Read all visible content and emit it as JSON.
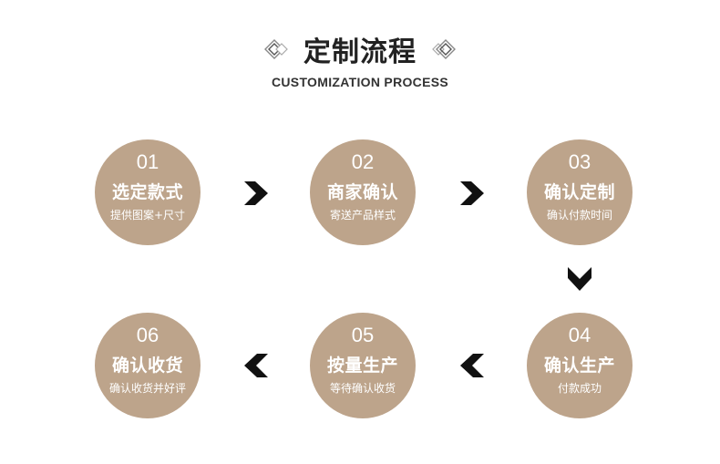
{
  "header": {
    "title": "定制流程",
    "subtitle": "CUSTOMIZATION PROCESS"
  },
  "colors": {
    "circle": "#bda48b",
    "arrow": "#111111",
    "title": "#222222"
  },
  "steps": [
    {
      "num": "01",
      "name": "选定款式",
      "desc": "提供图案+尺寸"
    },
    {
      "num": "02",
      "name": "商家确认",
      "desc": "寄送产品样式"
    },
    {
      "num": "03",
      "name": "确认定制",
      "desc": "确认付款时间"
    },
    {
      "num": "04",
      "name": "确认生产",
      "desc": "付款成功"
    },
    {
      "num": "05",
      "name": "按量生产",
      "desc": "等待确认收货"
    },
    {
      "num": "06",
      "name": "确认收货",
      "desc": "确认收货并好评"
    }
  ],
  "icons": {
    "title_left": "diamond-ornament-icon",
    "title_right": "diamond-ornament-icon",
    "arrow_right": "chevron-right-icon",
    "arrow_down": "chevron-down-icon",
    "arrow_left": "chevron-left-icon"
  }
}
